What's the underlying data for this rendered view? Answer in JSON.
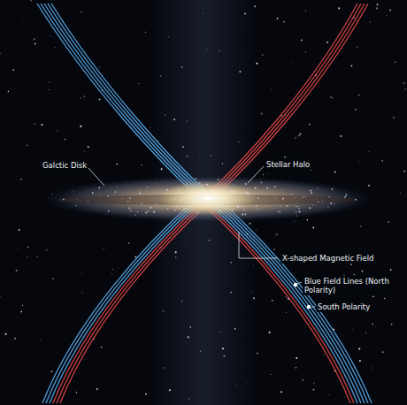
{
  "diagram": {
    "labels": [
      "Galctic Disk",
      "Stellar Halo",
      "X-shaped Magnetic Field",
      "Blue Field Lines (North Polarity)",
      "South Polarity"
    ]
  }
}
